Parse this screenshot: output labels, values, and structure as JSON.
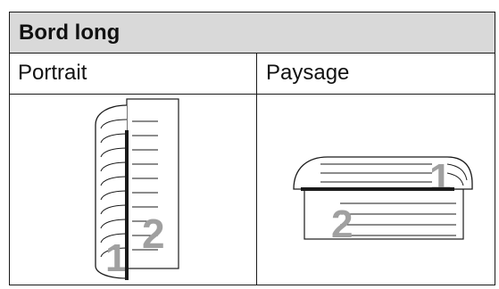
{
  "table": {
    "header": "Bord long",
    "columns": [
      "Portrait",
      "Paysage"
    ]
  },
  "illustrations": {
    "portrait": {
      "page_front": "1",
      "page_back": "2"
    },
    "landscape": {
      "page_front": "1",
      "page_back": "2"
    }
  }
}
